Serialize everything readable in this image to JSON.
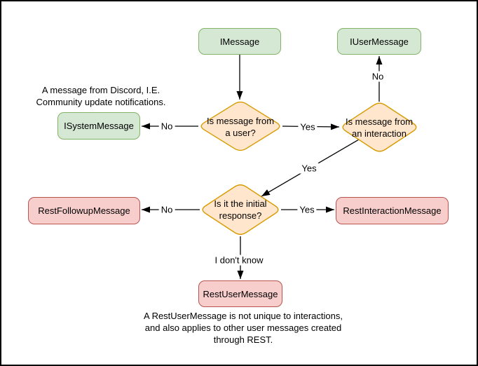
{
  "colors": {
    "green_fill": "#d5e8d4",
    "green_stroke": "#82b366",
    "orange_fill": "#ffe6cc",
    "orange_stroke": "#d79b00",
    "red_fill": "#f8cecc",
    "red_stroke": "#b85450",
    "line": "#000000",
    "text": "#000000",
    "bg": "#ffffff"
  },
  "nodes": {
    "imessage": "IMessage",
    "iusermessage": "IUserMessage",
    "isystemmessage": "ISystemMessage",
    "restfollowupmessage": "RestFollowupMessage",
    "restinteractionmessage": "RestInteractionMessage",
    "restusermessage": "RestUserMessage"
  },
  "decisions": {
    "from_user": "Is message from\na user?",
    "from_interaction": "Is message from\nan interaction",
    "initial_response": "Is it the initial\nresponse?"
  },
  "edge_labels": {
    "from_user_no": "No",
    "from_user_yes": "Yes",
    "from_interaction_no": "No",
    "from_interaction_yes": "Yes",
    "initial_no": "No",
    "initial_yes": "Yes",
    "initial_unknown": "I don't know"
  },
  "annotations": {
    "system_note": "A message from Discord, I.E.\nCommunity update notifications.",
    "rest_note": "A RestUserMessage is not unique to interactions,\nand also applies to other user messages created\nthrough REST."
  }
}
